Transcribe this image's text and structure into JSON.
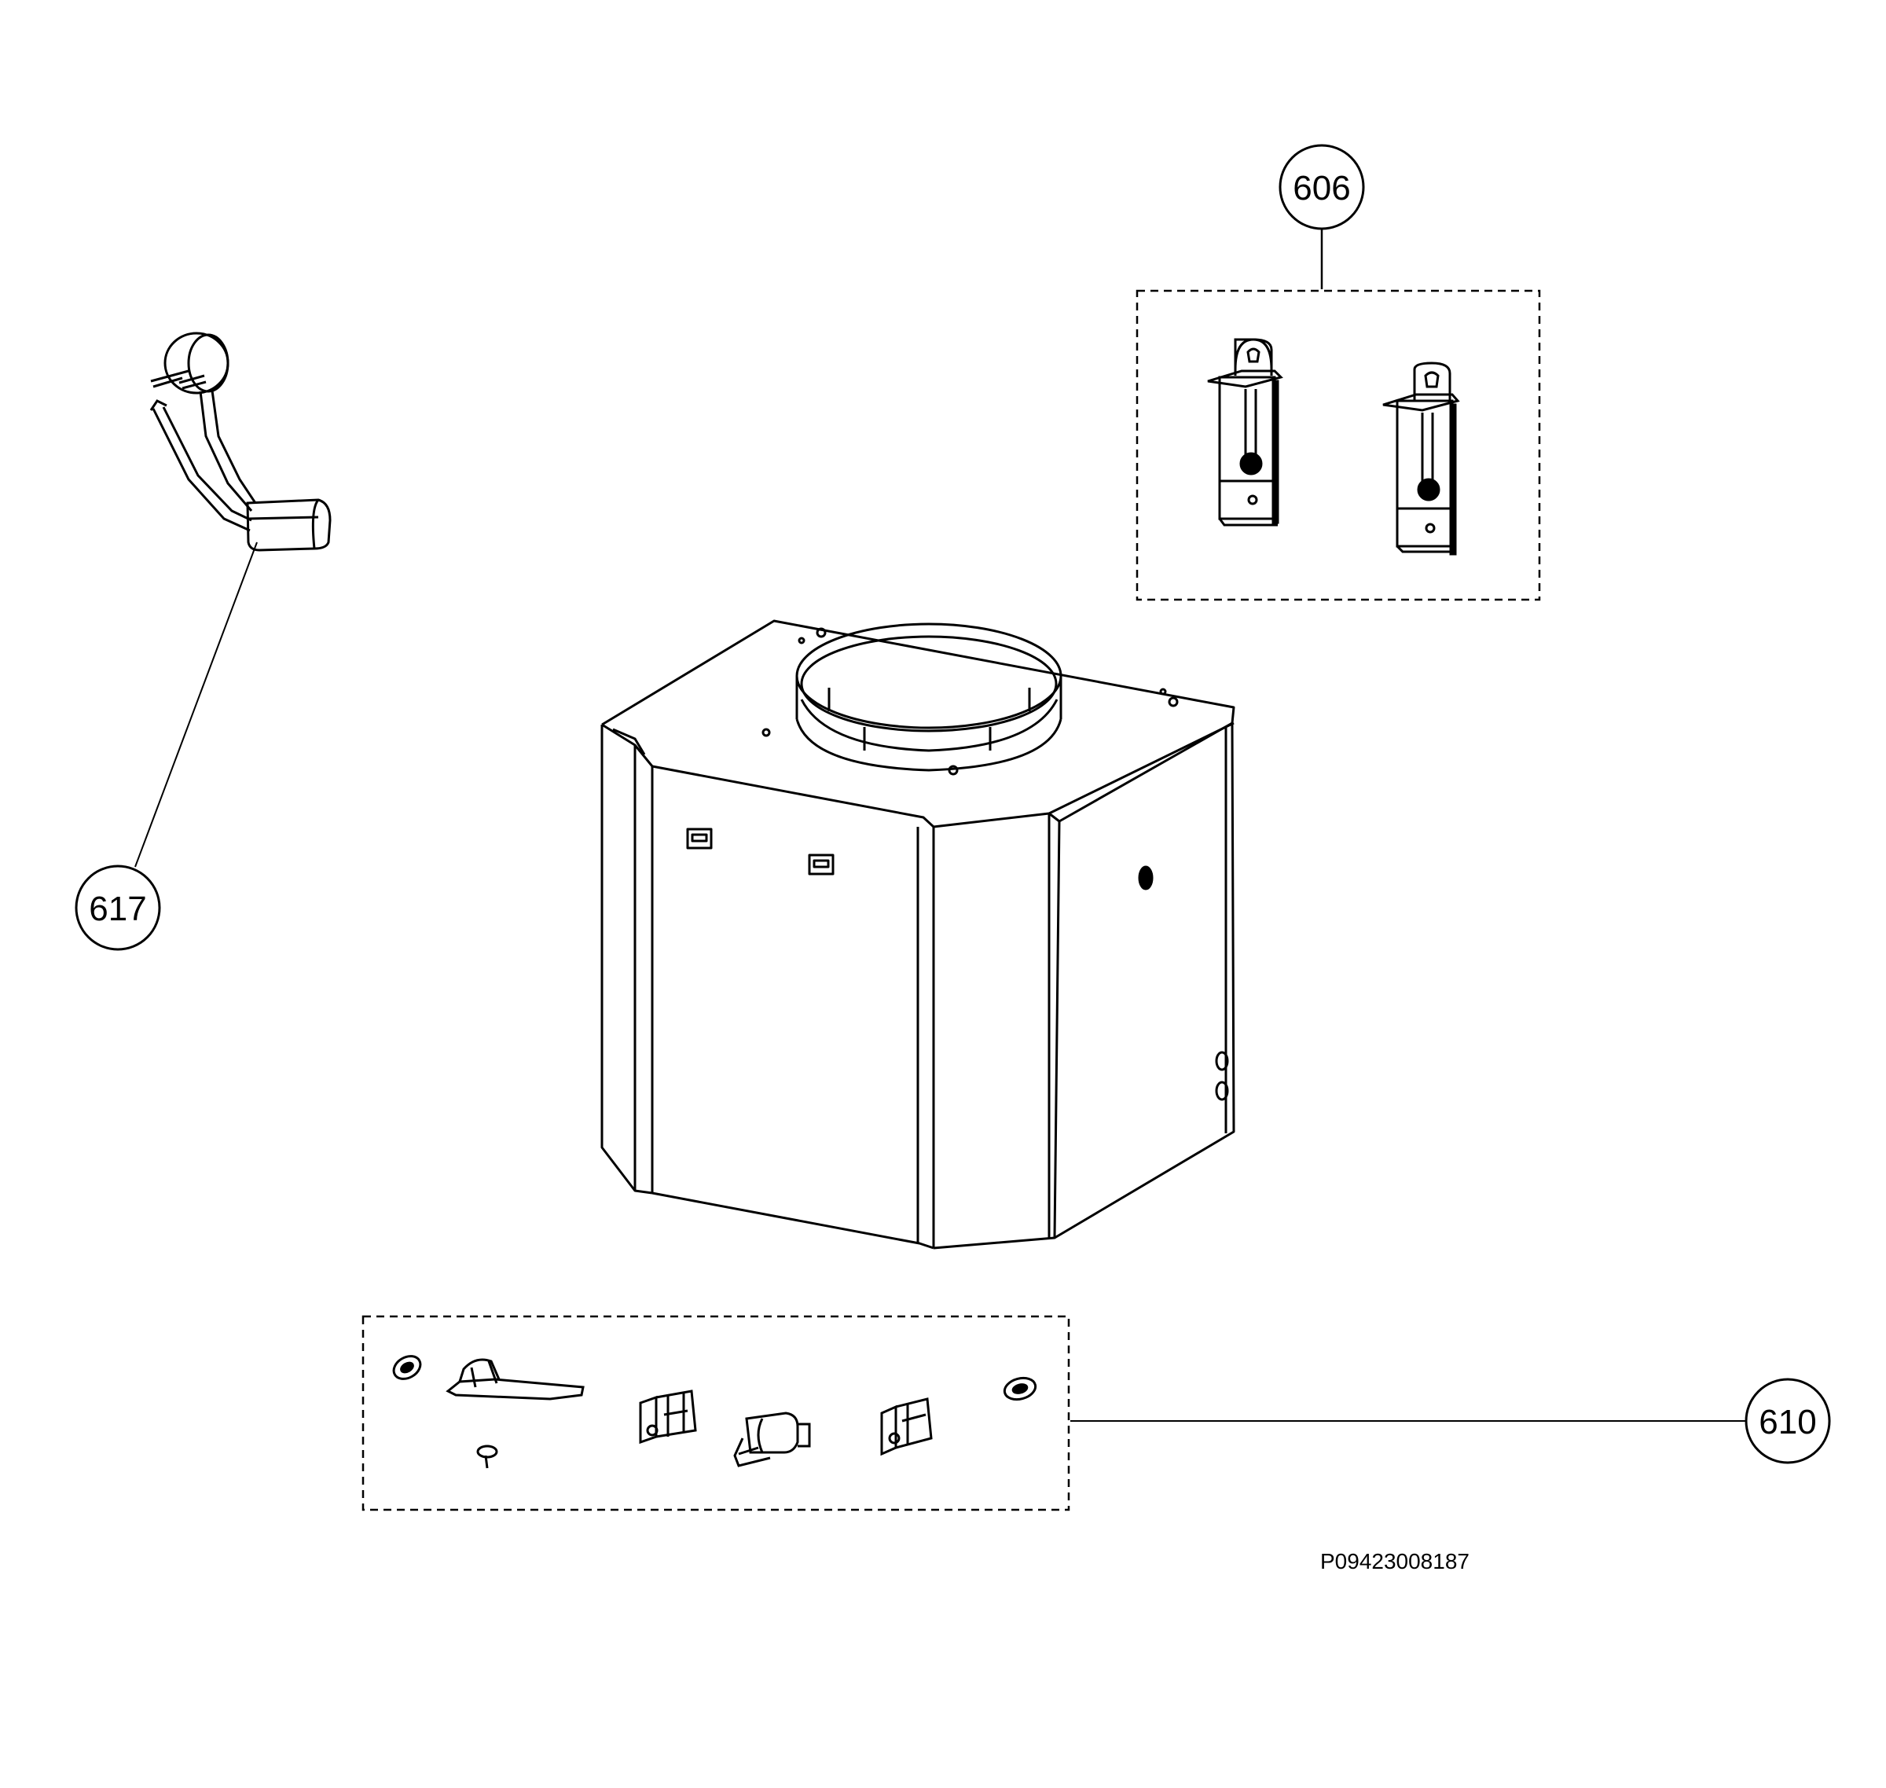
{
  "callouts": {
    "c606": "606",
    "c617": "617",
    "c610": "610"
  },
  "drawing_number": "P09423008187",
  "colors": {
    "line": "#000000",
    "background": "#ffffff",
    "fill_dark": "#111111"
  }
}
